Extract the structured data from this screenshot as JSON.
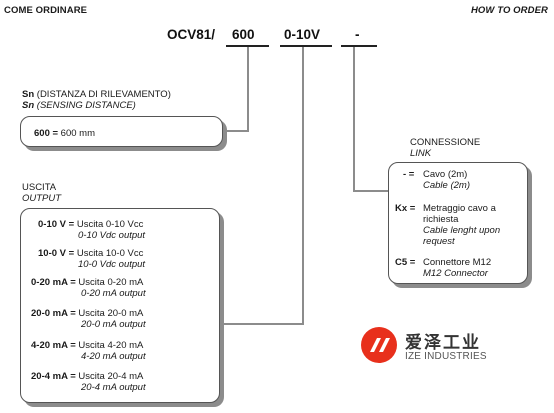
{
  "header": {
    "left": "COME ORDINARE",
    "right": "HOW TO ORDER"
  },
  "code": {
    "prefix": "OCV81/",
    "sn": "600",
    "output": "0-10V",
    "link": "-"
  },
  "sensing": {
    "label_bold": "Sn",
    "label_it": " (DISTANZA DI RILEVAMENTO)",
    "label_en_bold": "Sn",
    "label_en": " (SENSING DISTANCE)",
    "value_code": "600 =",
    "value_text": " 600 mm"
  },
  "connection": {
    "title": "CONNESSIONE",
    "title_en": "LINK",
    "items": [
      {
        "code": "- =",
        "it": "Cavo  (2m)",
        "en": "Cable (2m)"
      },
      {
        "code": "Kx =",
        "it": "Metraggio cavo a",
        "it2": "richiesta",
        "en": "Cable lenght upon",
        "en2": "request"
      },
      {
        "code": "C5 =",
        "it": "Connettore M12",
        "en": "M12 Connector"
      }
    ]
  },
  "output": {
    "title": "USCITA",
    "title_en": "OUTPUT",
    "items": [
      {
        "code": "0-10 V =",
        "it": " Uscita 0-10 Vcc",
        "en": "0-10 Vdc output"
      },
      {
        "code": "10-0 V =",
        "it": " Uscita 10-0 Vcc",
        "en": "10-0 Vdc output"
      },
      {
        "code": "0-20 mA =",
        "it": " Uscita 0-20 mA",
        "en": "0-20 mA  output"
      },
      {
        "code": "20-0 mA =",
        "it": " Uscita 20-0 mA",
        "en": "20-0 mA output"
      },
      {
        "code": "4-20 mA =",
        "it": " Uscita 4-20 mA",
        "en": "4-20 mA output"
      },
      {
        "code": "20-4  mA =",
        "it": " Uscita 20-4 mA",
        "en": "20-4 mA output"
      }
    ]
  },
  "logo": {
    "cn": "爱泽工业",
    "en": "IZE INDUSTRIES",
    "color": "#e8301c"
  }
}
